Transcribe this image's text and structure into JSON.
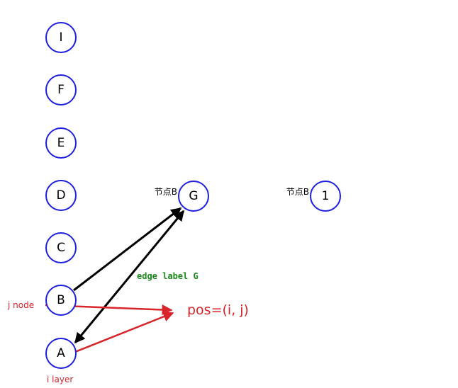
{
  "colors": {
    "node_stroke": "#1f1fe0",
    "edge_black": "#000000",
    "annotation_red": "#d8242a",
    "edge_label_green": "#1a8a1a"
  },
  "nodes": {
    "I": "I",
    "F": "F",
    "E": "E",
    "D": "D",
    "C": "C",
    "B": "B",
    "A": "A",
    "G": "G",
    "one": "1"
  },
  "node_side_labels": {
    "G": "节点B",
    "one": "节点B"
  },
  "edge_label": "edge label G",
  "annotations": {
    "j_node": "j node",
    "i_layer": "i layer",
    "pos": "pos=(i, j)"
  }
}
